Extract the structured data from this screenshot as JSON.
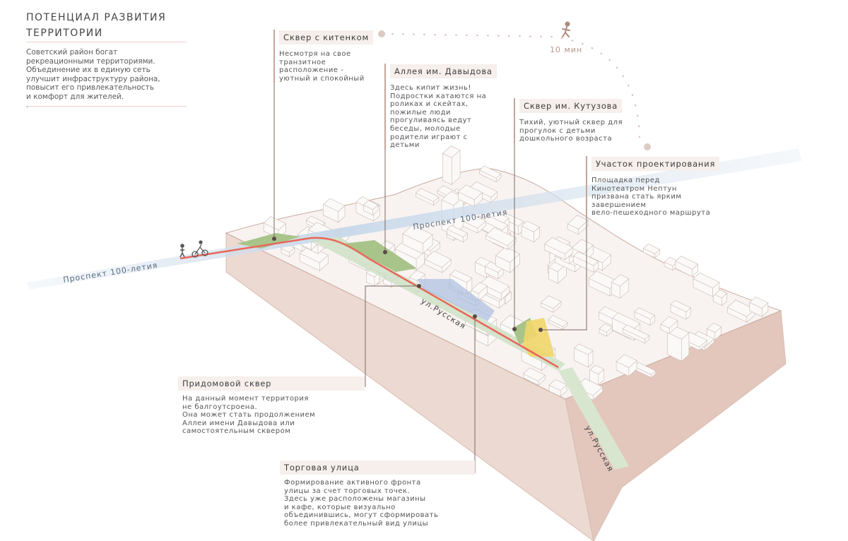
{
  "header": {
    "title": "ПОТЕНЦИАЛ РАЗВИТИЯ ТЕРРИТОРИИ",
    "intro": "Советский район богат\nрекреационными территориями.\nОбъединение их в единую сеть\nулучшит инфраструктуру района,\nповысит его привлекательность\nи комфорт для жителей.\n."
  },
  "walk": {
    "label": "10 мин",
    "icon": "walking-person-icon"
  },
  "callouts": [
    {
      "title": "Сквер с китенком",
      "text": "Несмотря на  свое\nтранзитное\nрасположение -\nуютный и спокойный"
    },
    {
      "title": "Аллея им. Давыдова",
      "text": "Здесь кипит жизнь!\nПодростки катаются на\nроликах и скейтах,\nпожилые люди\nпрогуливаясь ведут\nбеседы, молодые\nродители играют с\nдетьми"
    },
    {
      "title": "Сквер им. Кутузова",
      "text": "Тихий, уютный сквер для\nпрогулок с детьми\nдошкольного возраста"
    },
    {
      "title": "Участок проектирования",
      "text": "Площадка перед\nКинотеатром Нептун\nпризвана стать ярким\nзавершением\nвело-пешеходного маршрута"
    },
    {
      "title": "Придомовой сквер",
      "text": "На данный момент территория\nне балгоутсроена.\nОна может стать продолжением\nАллеи имени Давыдова или\nсамостоятельным сквером"
    },
    {
      "title": "Торговая улица",
      "text": "Формирование активного фронта\nулицы за счет торговых точек.\nЗдесь уже расположены магазины\nи кафе, которые визуально\nобъединившись, могут сформировать\nболее привлекательный вид улицы"
    }
  ],
  "streets": {
    "prospect": "Проспект 100-летия",
    "russkaya": "ул.Русская"
  },
  "colors": {
    "accent": "#c4a597",
    "route": "#e8675a",
    "park": "#a9c48a",
    "site": "#f0d66a",
    "prospect": "#c9d9ea",
    "block_side": "#e9d3cb"
  }
}
